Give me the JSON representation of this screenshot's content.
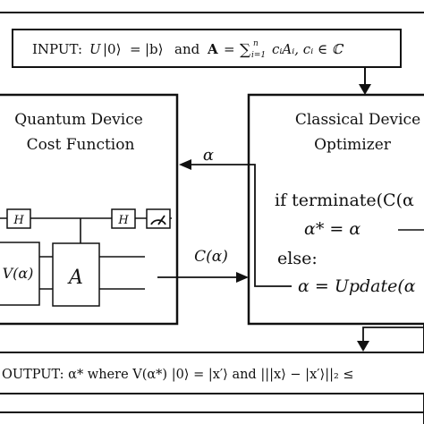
{
  "input": {
    "label": "INPUT:",
    "u": "U",
    "ket0": "|0⟩",
    "eq": "=",
    "ketb": "|b⟩",
    "and": "and",
    "A": "A",
    "sum": "∑",
    "sum_top": "n",
    "sum_bottom": "i=1",
    "terms": "cᵢAᵢ, cᵢ ∈ ℂ"
  },
  "quantum": {
    "title_line1": "Quantum Device",
    "title_line2": "Cost Function",
    "gate_h": "H",
    "v_alpha": "V(α)",
    "a_block": "A"
  },
  "classical": {
    "title_line1": "Classical Device",
    "title_line2": "Optimizer",
    "if_line": "if terminate(C(α",
    "assign_star": "α* = α",
    "else_line": "else:",
    "update_line": "α = Update(α"
  },
  "arrows": {
    "alpha": "α",
    "c_alpha": "C(α)"
  },
  "output": {
    "text": "OUTPUT: α* where V(α*) |0⟩ = |x′⟩ and |||x⟩ − |x′⟩||₂ ≤"
  }
}
